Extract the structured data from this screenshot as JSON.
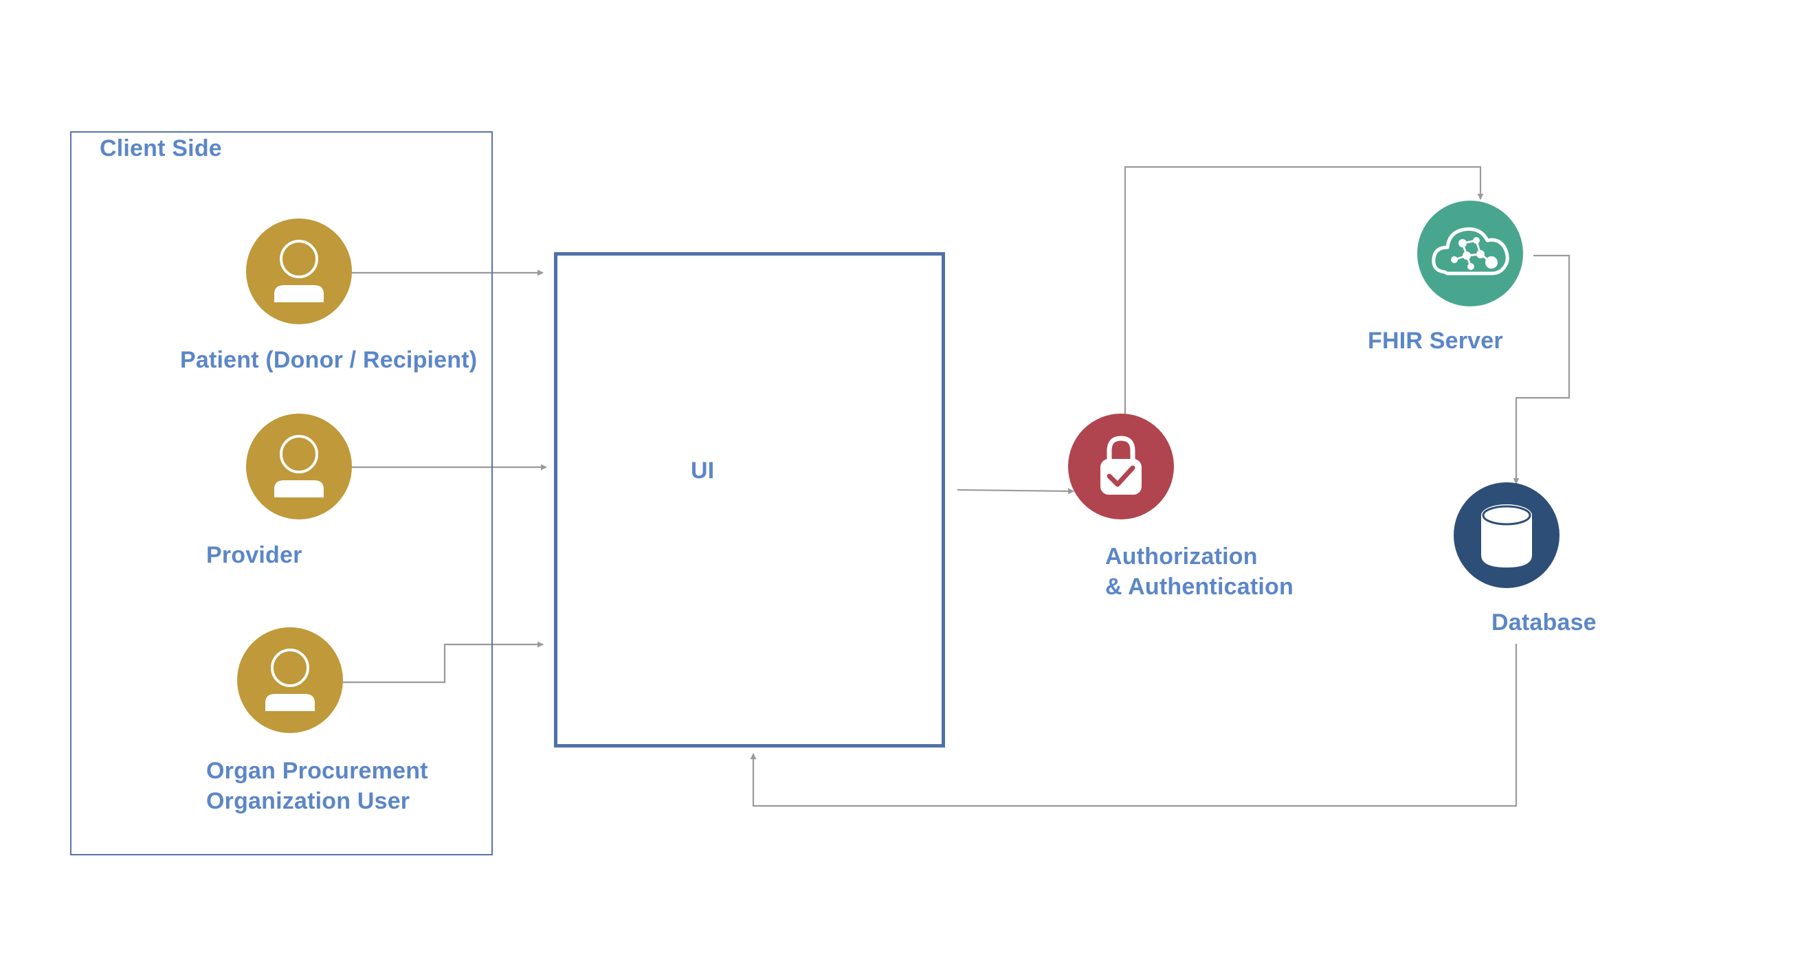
{
  "client_side": {
    "title": "Client Side",
    "actors": [
      {
        "id": "patient",
        "label_lines": [
          "Patient (Donor / Recipient)"
        ],
        "icon": "user-icon"
      },
      {
        "id": "provider",
        "label_lines": [
          "Provider"
        ],
        "icon": "user-icon"
      },
      {
        "id": "opo",
        "label_lines": [
          "Organ Procurement",
          "Organization User"
        ],
        "icon": "user-icon"
      }
    ]
  },
  "ui": {
    "label": "UI"
  },
  "auth": {
    "label_lines": [
      "Authorization",
      "& Authentication"
    ],
    "icon": "lock-check-icon"
  },
  "fhir": {
    "label": "FHIR Server",
    "icon": "cloud-network-icon"
  },
  "database": {
    "label": "Database",
    "icon": "database-icon"
  },
  "colors": {
    "label": "#5b86c8",
    "frame": "#5874a8",
    "ui_border": "#5070a8",
    "actor": "#bf993a",
    "auth": "#b0454f",
    "fhir": "#48a68e",
    "database": "#2d4f77",
    "arrow": "#9a9a9a"
  }
}
